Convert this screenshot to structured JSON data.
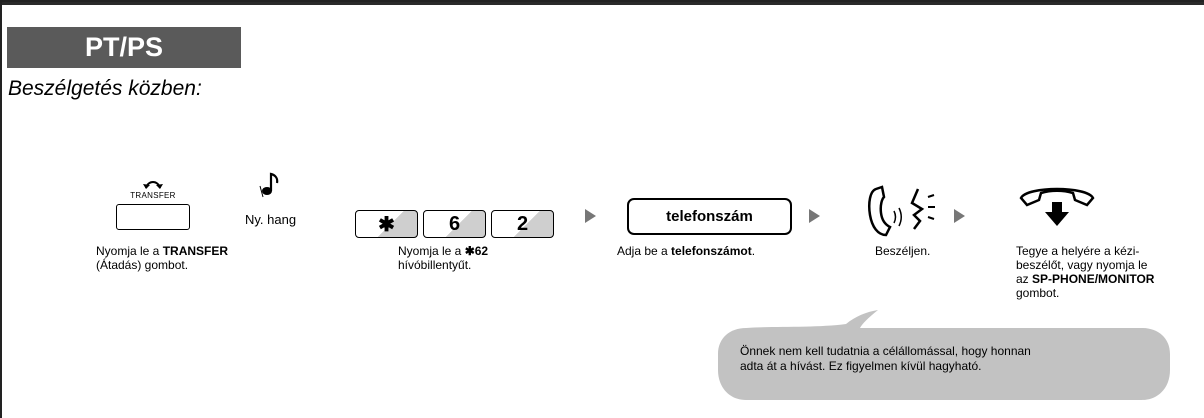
{
  "header": {
    "tab_label": "PT/PS"
  },
  "section_title": "Beszélgetés közben:",
  "steps": {
    "transfer": {
      "key_label": "TRANSFER",
      "text_pre": "Nyomja le a ",
      "text_bold": "TRANSFER",
      "text_post": "(Átadás) gombot."
    },
    "tone": {
      "label": "Ny. hang"
    },
    "keys": {
      "k1": "✱",
      "k2": "6",
      "k3": "2",
      "text_pre": "Nyomja le a ",
      "text_bold": "✱62",
      "text_post": "hívóbillentyűt."
    },
    "phone_number": {
      "box_label": "telefonszám",
      "text_pre": "Adja be a ",
      "text_bold": "telefonszámot",
      "text_post": "."
    },
    "speak": {
      "text": "Beszéljen."
    },
    "hangup": {
      "text_line1": "Tegye a helyére a kézi-",
      "text_line2": "beszélőt, vagy nyomja le",
      "text_pre": "az ",
      "text_bold": "SP-PHONE/MONITOR",
      "text_post": "gombot."
    }
  },
  "note": {
    "line1": "Önnek nem kell tudatnia a célállomással, hogy honnan",
    "line2": "adta át a hívást. Ez figyelmen kívül hagyható."
  }
}
